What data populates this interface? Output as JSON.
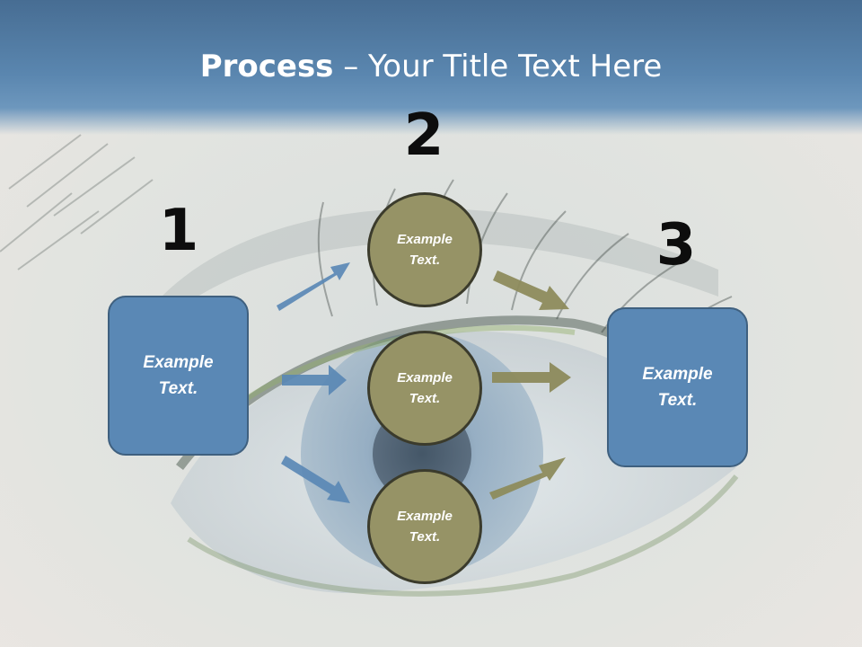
{
  "title": {
    "bold": "Process",
    "rest": " – Your Title Text Here"
  },
  "numbers": [
    "1",
    "2",
    "3"
  ],
  "left_box": {
    "label": "Example Text."
  },
  "right_box": {
    "label": "Example Text."
  },
  "circles": [
    {
      "label": "Example Text."
    },
    {
      "label": "Example Text."
    },
    {
      "label": "Example Text."
    }
  ],
  "colors": {
    "title_band": "#5a86af",
    "box_fill": "#5a88b5",
    "circle_fill": "#969366",
    "left_arrows": "#5a88b5",
    "right_arrows": "#8d8b5c"
  },
  "icons": {
    "background": "eye-photo-background",
    "arrows": "arrow-icon"
  }
}
